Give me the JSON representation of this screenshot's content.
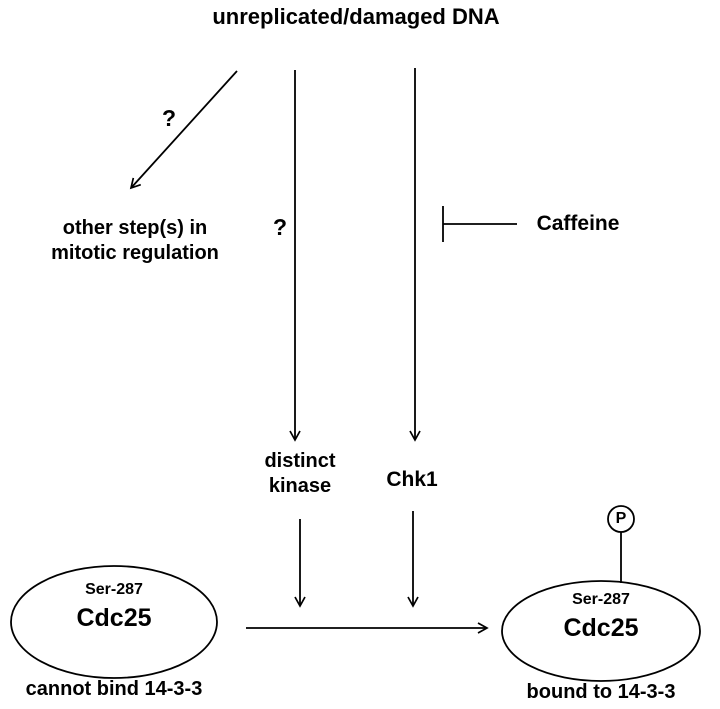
{
  "diagram": {
    "title": "unreplicated/damaged DNA",
    "question_left": "?",
    "question_middle": "?",
    "other_steps": {
      "line1": "other step(s) in",
      "line2": "mitotic regulation"
    },
    "caffeine_label": "Caffeine",
    "distinct_kinase": {
      "line1": "distinct",
      "line2": "kinase"
    },
    "chk1_label": "Chk1",
    "left_complex": {
      "site": "Ser-287",
      "name": "Cdc25",
      "caption": "cannot bind 14-3-3"
    },
    "right_complex": {
      "site": "Ser-287",
      "name": "Cdc25",
      "phospho": "P",
      "caption": "bound to 14-3-3"
    },
    "colors": {
      "ink": "#000000",
      "background": "#ffffff"
    }
  }
}
